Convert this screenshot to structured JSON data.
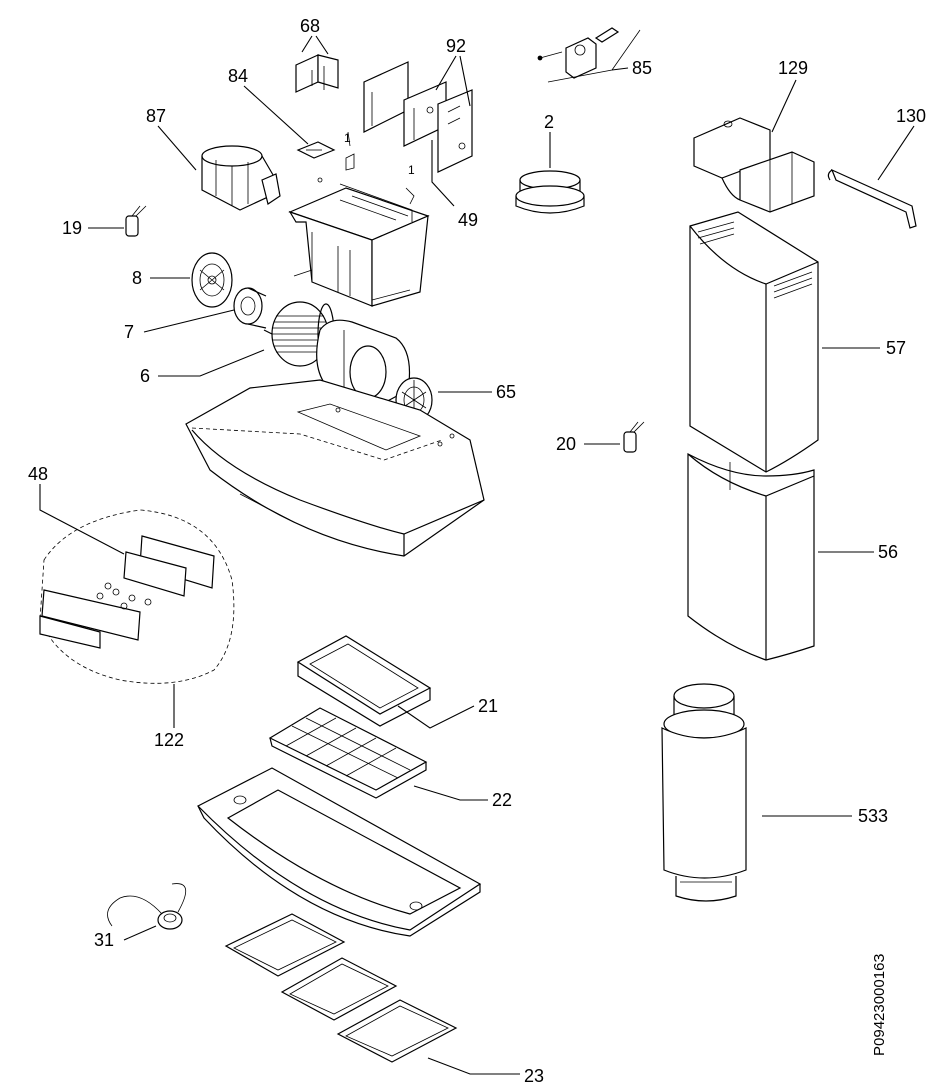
{
  "diagram": {
    "doc_id": "P0942300016З",
    "labels": {
      "l68": "68",
      "l92": "92",
      "l85": "85",
      "l84": "84",
      "l87": "87",
      "l2": "2",
      "l129": "129",
      "l130": "130",
      "l19": "19",
      "l49": "49",
      "l8": "8",
      "l7": "7",
      "l6": "6",
      "l65": "65",
      "l57": "57",
      "l20": "20",
      "l48": "48",
      "l56": "56",
      "l21": "21",
      "l122": "122",
      "l22": "22",
      "l533": "533",
      "l31": "31",
      "l23": "23"
    },
    "small_marks": {
      "m1a": "1",
      "m1b": "1"
    }
  }
}
